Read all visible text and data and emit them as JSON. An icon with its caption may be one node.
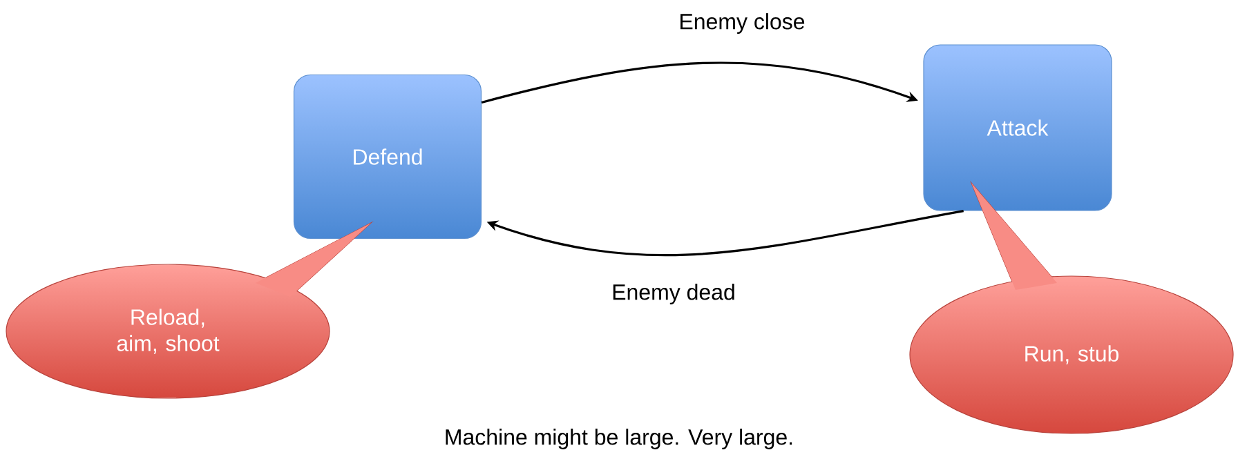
{
  "diagram": {
    "caption": "Machine might be large. Very large.",
    "nodes": [
      {
        "text": [
          "Defend"
        ]
      },
      {
        "text": [
          "Attack"
        ]
      },
      {
        "text": [
          "Reload, aim, shoot"
        ]
      },
      {
        "text": [
          "Run, stub"
        ]
      }
    ],
    "edges": [
      {
        "from": 0,
        "to": 1,
        "arrow": "to",
        "label": "Enemy close"
      },
      {
        "from": 1,
        "to": 0,
        "arrow": "to",
        "label": "Enemy dead"
      }
    ]
  }
}
